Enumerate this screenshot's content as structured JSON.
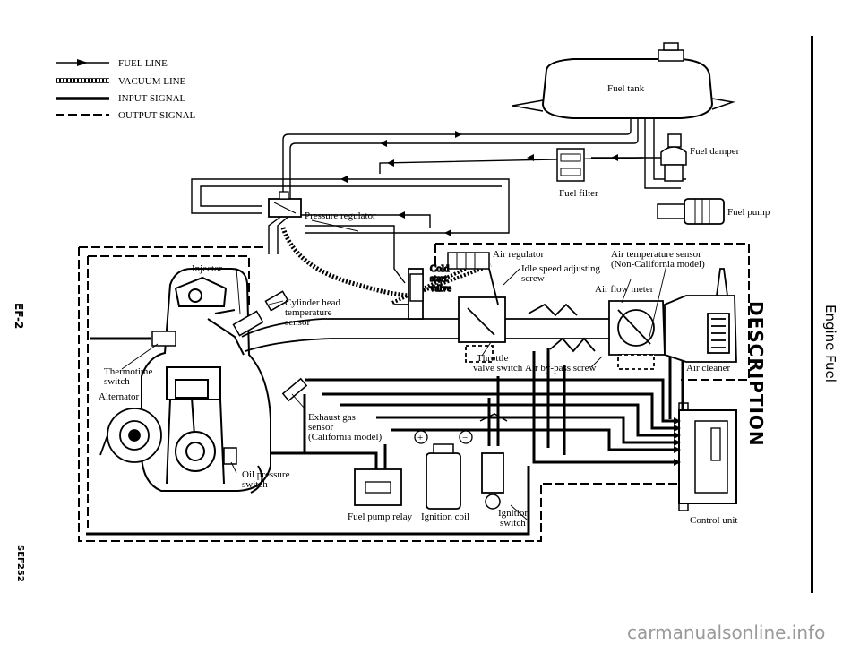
{
  "legend": {
    "fuel_line": "FUEL LINE",
    "vacuum_line": "VACUUM LINE",
    "input_signal": "INPUT SIGNAL",
    "output_signal": "OUTPUT SIGNAL"
  },
  "labels": {
    "fuel_tank": "Fuel tank",
    "fuel_damper": "Fuel damper",
    "fuel_filter": "Fuel filter",
    "fuel_pump": "Fuel pump",
    "pressure_regulator": "Pressure regulator",
    "air_regulator": "Air regulator",
    "air_temp_sensor_1": "Air temperature sensor",
    "air_temp_sensor_2": "(Non-California model)",
    "idle_speed_1": "Idle speed adjusting",
    "idle_speed_2": "screw",
    "air_flow_meter": "Air flow meter",
    "cold_start_1": "Cold",
    "cold_start_2": "start",
    "cold_start_3": "valve",
    "injector": "Injector",
    "cyl_head_1": "Cylinder head",
    "cyl_head_2": "temperature",
    "cyl_head_3": "sensor",
    "thermotime_1": "Thermotime",
    "thermotime_2": "switch",
    "alternator": "Alternator",
    "throttle_1": "Throttle",
    "throttle_2": "valve switch",
    "air_bypass": "Air by-pass screw",
    "air_cleaner": "Air cleaner",
    "exhaust_1": "Exhaust gas",
    "exhaust_2": "sensor",
    "exhaust_3": "(California model)",
    "oil_pressure_1": "Oil pressure",
    "oil_pressure_2": "switch",
    "fuel_pump_relay": "Fuel pump relay",
    "ignition_coil": "Ignition coil",
    "ignition_switch_1": "Ignition",
    "ignition_switch_2": "switch",
    "control_unit": "Control unit",
    "coil_plus": "+",
    "coil_minus": "−"
  },
  "side": {
    "section": "DESCRIPTION",
    "chapter": "Engine Fuel",
    "page": "EF-2",
    "figure": "SEF252"
  },
  "watermark": "carmanualsonline.info"
}
